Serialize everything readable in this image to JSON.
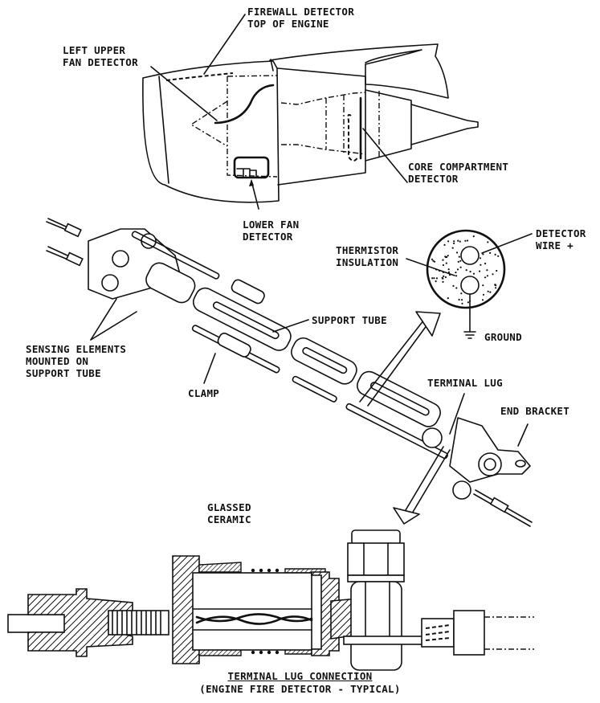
{
  "figure": {
    "engine_view": {
      "labels": {
        "firewall_detector": "FIREWALL DETECTOR\nTOP OF ENGINE",
        "left_upper_fan_detector": "LEFT UPPER\nFAN DETECTOR",
        "core_compartment_detector": "CORE COMPARTMENT\nDETECTOR",
        "lower_fan_detector": "LOWER FAN\nDETECTOR"
      }
    },
    "detector_assembly": {
      "labels": {
        "sensing_elements": "SENSING ELEMENTS\nMOUNTED ON\nSUPPORT TUBE",
        "clamp": "CLAMP",
        "support_tube": "SUPPORT TUBE",
        "terminal_lug": "TERMINAL LUG",
        "end_bracket": "END BRACKET"
      }
    },
    "cross_section": {
      "labels": {
        "thermistor_insulation": "THERMISTOR\nINSULATION",
        "detector_wire": "DETECTOR\nWIRE +",
        "ground": "GROUND"
      }
    },
    "terminal_lug_detail": {
      "labels": {
        "glassed_ceramic": "GLASSED\nCERAMIC"
      }
    },
    "caption": {
      "title": "TERMINAL LUG CONNECTION",
      "subtitle": "(ENGINE FIRE DETECTOR - TYPICAL)"
    }
  }
}
